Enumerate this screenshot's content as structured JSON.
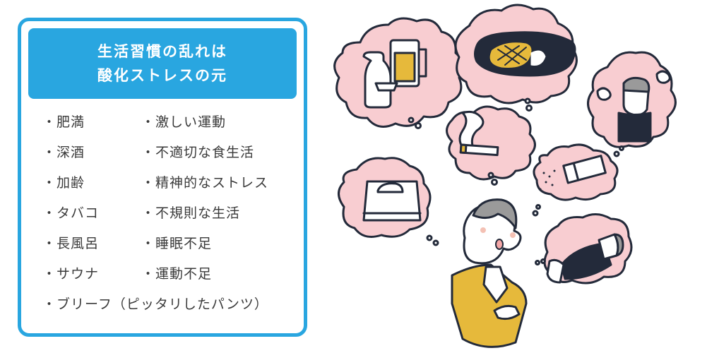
{
  "card": {
    "title_line1": "生活習慣の乱れは",
    "title_line2": "酸化ストレスの元",
    "accent_color": "#29a6e0",
    "left_column": [
      "肥満",
      "深酒",
      "加齢",
      "タバコ",
      "長風呂",
      "サウナ"
    ],
    "right_column": [
      "激しい運動",
      "不適切な食生活",
      "精神的なストレス",
      "不規則な生活",
      "睡眠不足",
      "運動不足"
    ],
    "bottom_item": "ブリーフ（ピッタリしたパンツ）"
  },
  "illustration": {
    "cloud_color": "#f8cdd1",
    "thoughts": [
      "alcohol-sake-beer",
      "steak-on-hot-plate",
      "angry-boss",
      "cigarette",
      "salt-shaker",
      "weight-scale",
      "sleeping-person"
    ],
    "character": "worried-man-yellow-sweater"
  }
}
